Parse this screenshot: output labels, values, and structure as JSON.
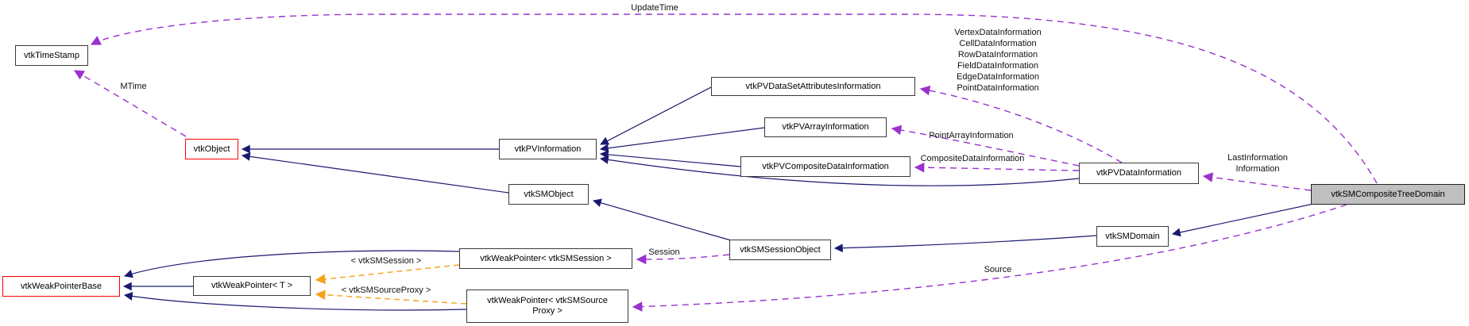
{
  "nodes": {
    "timestamp": {
      "label": "vtkTimeStamp"
    },
    "object": {
      "label": "vtkObject"
    },
    "pvinformation": {
      "label": "vtkPVInformation"
    },
    "smobject": {
      "label": "vtkSMObject"
    },
    "pvdsattr": {
      "label": "vtkPVDataSetAttributesInformation"
    },
    "pvarray": {
      "label": "vtkPVArrayInformation"
    },
    "pvcomposite": {
      "label": "vtkPVCompositeDataInformation"
    },
    "pvdatainfo": {
      "label": "vtkPVDataInformation"
    },
    "smcomposite": {
      "label": "vtkSMCompositeTreeDomain"
    },
    "smsessionobj": {
      "label": "vtkSMSessionObject"
    },
    "smdomain": {
      "label": "vtkSMDomain"
    },
    "wp_session": {
      "label": "vtkWeakPointer< vtkSMSession >"
    },
    "wpbase": {
      "label": "vtkWeakPointerBase"
    },
    "wp_t": {
      "label": "vtkWeakPointer< T >"
    },
    "wp_sourceproxy": {
      "line1": "vtkWeakPointer< vtkSMSource",
      "line2": "Proxy >"
    }
  },
  "edge_labels": {
    "update_time": "UpdateTime",
    "mtime": "MTime",
    "attr_infos": [
      "VertexDataInformation",
      "CellDataInformation",
      "RowDataInformation",
      "FieldDataInformation",
      "EdgeDataInformation",
      "PointDataInformation"
    ],
    "point_array": "PointArrayInformation",
    "composite_data": "CompositeDataInformation",
    "last_info": [
      "LastInformation",
      "Information"
    ],
    "session": "Session",
    "source": "Source",
    "tpl_session": "< vtkSMSession >",
    "tpl_sourceproxy": "< vtkSMSourceProxy >"
  },
  "colors": {
    "inheritance_edge": "#191970",
    "usage_edge": "#9a32cd",
    "template_edge": "#f7a11a",
    "current_node_bg": "#bfbfbf",
    "truncated_node_border": "#ff0000",
    "node_border": "#3a3a3a"
  }
}
